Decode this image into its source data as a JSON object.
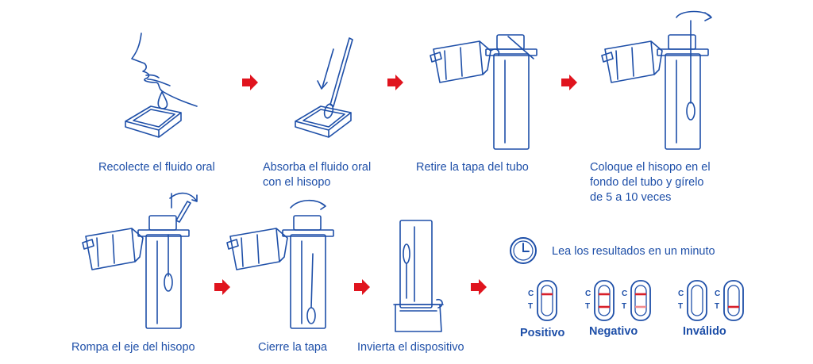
{
  "steps": [
    {
      "caption": "Recolecte el fluido oral"
    },
    {
      "caption_line1": "Absorba el fluido oral",
      "caption_line2": "con el hisopo"
    },
    {
      "caption": "Retire la tapa del tubo"
    },
    {
      "caption_line1": "Coloque el hisopo en el",
      "caption_line2": "fondo del tubo y gírelo",
      "caption_line3": "de 5 a 10 veces"
    },
    {
      "caption": "Rompa el eje del hisopo"
    },
    {
      "caption": "Cierre la tapa"
    },
    {
      "caption": "Invierta el dispositivo"
    }
  ],
  "results": {
    "instruction": "Lea los resultados en un minuto",
    "c_label": "C",
    "t_label": "T",
    "positive": "Positivo",
    "negative": "Negativo",
    "invalid": "Inválido"
  },
  "colors": {
    "ink": "#1e4fa8",
    "arrow": "#e0141e",
    "line_red": "#d8202a",
    "line_faint": "#f08b8f"
  }
}
